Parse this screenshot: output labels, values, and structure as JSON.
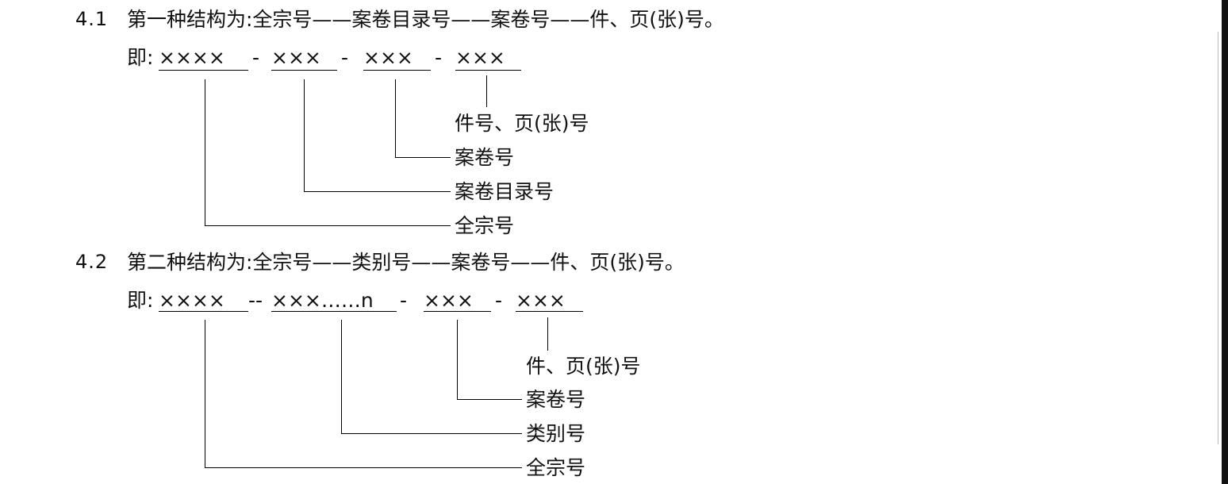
{
  "section1": {
    "number": "4.1",
    "title": "第一种结构为:全宗号——案卷目录号——案卷号——件、页(张)号。",
    "formula": {
      "prefix": "即:",
      "group1": "××××",
      "sep1": "-",
      "group2": "×××",
      "sep2": "-",
      "group3": "×××",
      "sep3": "-",
      "group4": "×××"
    },
    "labels": [
      "件号、页(张)号",
      "案卷号",
      "案卷目录号",
      "全宗号"
    ]
  },
  "section2": {
    "number": "4.2",
    "title": "第二种结构为:全宗号——类别号——案卷号——件、页(张)号。",
    "formula": {
      "prefix": "即:",
      "group1": "××××",
      "sep1": "--",
      "group2": "×××……n",
      "sep2": "-",
      "group3": "×××",
      "sep3": "-",
      "group4": "×××"
    },
    "labels": [
      "件、页(张)号",
      "案卷号",
      "类别号",
      "全宗号"
    ]
  }
}
